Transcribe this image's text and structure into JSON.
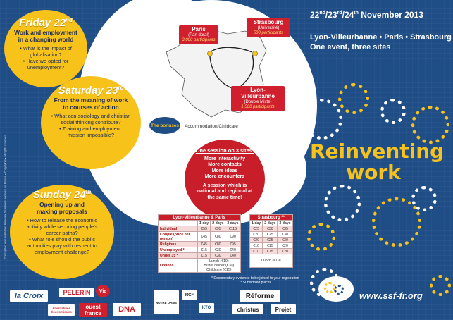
{
  "friday": {
    "day": "Friday 22",
    "sup": "nd",
    "title": "Work and employment in a changing world",
    "points": [
      "What is the impact of globalisation?",
      "Have we opted for unemployment?"
    ]
  },
  "saturday": {
    "day": "Saturday 23",
    "sup": "rd",
    "title": "From the meaning of work to courses of action",
    "points": [
      "What can sociology and christian social thinking contribute?",
      "Training and employment: mission impossible?"
    ]
  },
  "sunday": {
    "day": "Sunday 24",
    "sup": "th",
    "title": "Opening up and making proposals",
    "points": [
      "How to release the economic activity while securing people's career paths?",
      "What role should the public authorities play with respect to employment challenge?"
    ]
  },
  "header": {
    "dates_main": "22",
    "dates_sup1": "nd",
    "dates_mid1": "/23",
    "dates_sup2": "rd",
    "dates_mid2": "/24",
    "dates_sup3": "th",
    "dates_end": " November 2013",
    "sites": "Lyon-Villeurbanne • Paris • Strasbourg",
    "tagline": "One event, three sites"
  },
  "map": {
    "paris": {
      "name": "Paris",
      "venue": "(Pan doral)",
      "count": "3,000 participants"
    },
    "strasbourg": {
      "name": "Strasbourg",
      "venue": "(Université)",
      "count": "500 participants"
    },
    "lyon": {
      "name": "Lyon-Villeurbanne",
      "venue": "(Double Mixte)",
      "count": "1,500 participants"
    },
    "bonuses": "The bonuses",
    "accommodation": "Accommodation/Childcare"
  },
  "session": {
    "title": "One session on 3 sites:",
    "items": [
      "More interactivity",
      "More contacts",
      "More ideas",
      "More encounters"
    ],
    "footer": "A session which is national and regional at the same time!"
  },
  "branding": {
    "reinventing": "Reinventing",
    "work": "work",
    "url": "www.ssf-fr.org"
  },
  "pricing": {
    "lyon_paris": {
      "caption": "Lyon-Villeurbanne & Paris",
      "headers": [
        "1 day",
        "2 days",
        "3 days"
      ],
      "rows": [
        {
          "label": "Individual",
          "values": [
            "€55",
            "€95",
            "€115"
          ]
        },
        {
          "label": "Couple (price per person)",
          "values": [
            "€45",
            "€80",
            "€90"
          ]
        },
        {
          "label": "Religious",
          "values": [
            "€45",
            "€80",
            "€95"
          ]
        },
        {
          "label": "Unemployed *",
          "values": [
            "€15",
            "€30",
            "€40"
          ]
        },
        {
          "label": "Under 35 *",
          "values": [
            "€15",
            "€30",
            "€40"
          ]
        }
      ],
      "options_label": "Options",
      "options": [
        "Lunch (€19)",
        "Buffet dinner (€30)",
        "Childcare (€15)"
      ]
    },
    "strasbourg": {
      "caption": "Strasbourg **",
      "headers": [
        "1 day",
        "2 days",
        "3 days"
      ],
      "rows": [
        {
          "values": [
            "€25",
            "€30",
            "€35"
          ]
        },
        {
          "values": [
            "€20",
            "€25",
            "€30"
          ]
        },
        {
          "values": [
            "€20",
            "€25",
            "€30"
          ]
        },
        {
          "values": [
            "€10",
            "€15",
            "€20"
          ]
        },
        {
          "values": [
            "€10",
            "€15",
            "€20"
          ]
        }
      ],
      "options": [
        "Lunch (€19)"
      ]
    },
    "note1": "* Documentary evidence to be joined to your registration",
    "note2": "** Subsidised places"
  },
  "sidecopy": "Conception and realization Réseaux Semaines Sociales de France • Copyrights • all rights reserved",
  "logos": [
    "la Croix",
    "PELERIN",
    "Vie",
    "Alternatives Économiques",
    "ouest france",
    "DNA",
    "NOTRE DAME",
    "RCF",
    "KTO",
    "Réforme",
    "christus",
    "Projet"
  ],
  "colors": {
    "background": "#1f4d86",
    "accent_yellow": "#f7c21a",
    "accent_red": "#c81e2a"
  }
}
